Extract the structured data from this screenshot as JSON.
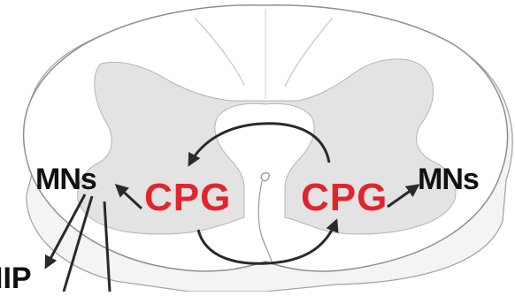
{
  "diagram": {
    "labels": {
      "mn_left": "MNs",
      "mn_right": "MNs",
      "cpg_left": "CPG",
      "cpg_right": "CPG",
      "outflow": "IIP"
    },
    "colors": {
      "cpg_text": "#e0252d",
      "mn_text": "#111111",
      "gray_matter": "#e3e3e3",
      "outline": "#8f8f8f",
      "arrow": "#2a2a2a"
    }
  }
}
